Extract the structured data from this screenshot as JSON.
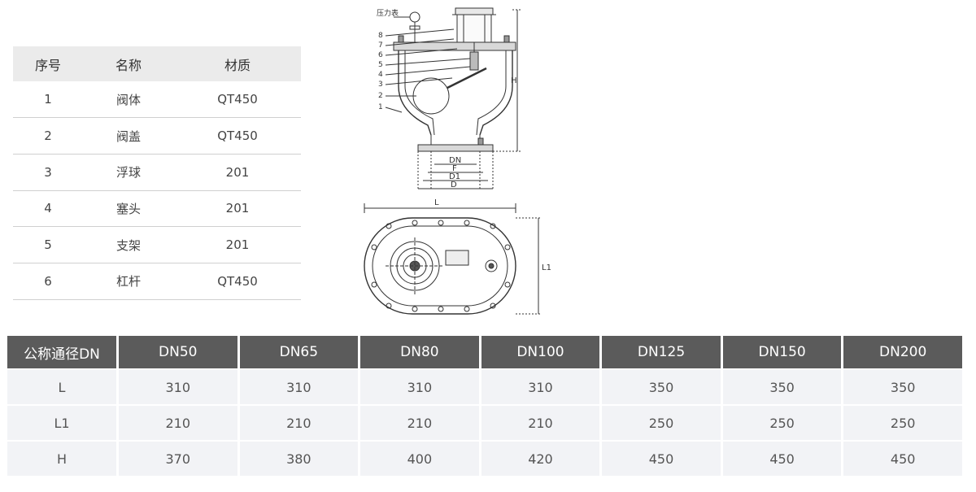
{
  "parts_table": {
    "headers": [
      "序号",
      "名称",
      "材质"
    ],
    "rows": [
      [
        "1",
        "阀体",
        "QT450"
      ],
      [
        "2",
        "阀盖",
        "QT450"
      ],
      [
        "3",
        "浮球",
        "201"
      ],
      [
        "4",
        "塞头",
        "201"
      ],
      [
        "5",
        "支架",
        "201"
      ],
      [
        "6",
        "杠杆",
        "QT450"
      ]
    ]
  },
  "drawing": {
    "pressure_gauge_label": "压力表",
    "part_numbers": [
      "8",
      "7",
      "6",
      "5",
      "4",
      "3",
      "2",
      "1"
    ],
    "dim_labels": {
      "h": "H",
      "dn": "DN",
      "f": "F",
      "d1": "D1",
      "d": "D",
      "l": "L",
      "l1": "L1"
    }
  },
  "dimension_table": {
    "header_first": "公称通径DN",
    "columns": [
      "DN50",
      "DN65",
      "DN80",
      "DN100",
      "DN125",
      "DN150",
      "DN200"
    ],
    "rows": [
      {
        "label": "L",
        "values": [
          "310",
          "310",
          "310",
          "310",
          "350",
          "350",
          "350"
        ]
      },
      {
        "label": "L1",
        "values": [
          "210",
          "210",
          "210",
          "210",
          "250",
          "250",
          "250"
        ]
      },
      {
        "label": "H",
        "values": [
          "370",
          "380",
          "400",
          "420",
          "450",
          "450",
          "450"
        ]
      }
    ]
  }
}
